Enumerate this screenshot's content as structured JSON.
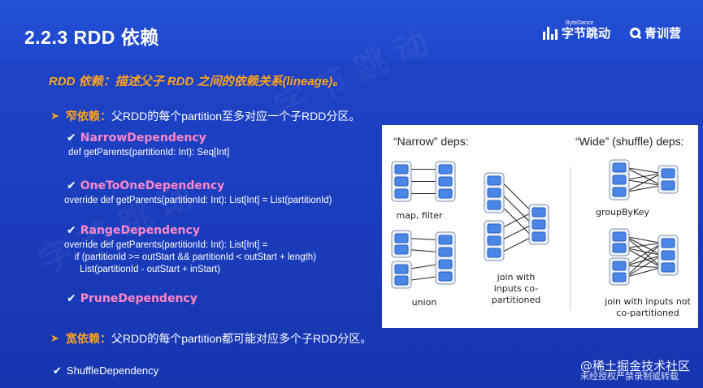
{
  "slide": {
    "title": "2.2.3 RDD 依赖",
    "brand_bytedance_small": "ByteDance",
    "brand_bytedance": "字节跳动",
    "brand_qingxun": "青训营"
  },
  "headline": "RDD 依赖：描述父子 RDD 之间的依赖关系(lineage)。",
  "narrow": {
    "arrow": "➤",
    "key": "窄依赖：",
    "desc": "父RDD的每个partition至多对应一个子RDD分区。",
    "deps": [
      {
        "check": "✔",
        "name": "NarrowDependency",
        "code": "def getParents(partitionId: Int): Seq[Int]"
      },
      {
        "check": "✔",
        "name": "OneToOneDependency",
        "code": "override def getParents(partitionId: Int): List[Int] = List(partitionId)"
      },
      {
        "check": "✔",
        "name": "RangeDependency",
        "code": "override def getParents(partitionId: Int): List[Int] =\n    if (partitionId >= outStart && partitionId < outStart + length)\n      List(partitionId - outStart + inStart)"
      },
      {
        "check": "✔",
        "name": "PruneDependency",
        "code": ""
      }
    ]
  },
  "wide": {
    "arrow": "➤",
    "key": "宽依赖：",
    "desc": "父RDD的每个partition都可能对应多个子RDD分区。",
    "check": "✔",
    "item": "ShuffleDependency"
  },
  "figure": {
    "narrow_title": "“Narrow” deps:",
    "wide_title": "“Wide” (shuffle) deps:",
    "labels": {
      "map_filter": "map, filter",
      "union": "union",
      "join_copart_1": "join with",
      "join_copart_2": "inputs co-",
      "join_copart_3": "partitioned",
      "groupbykey": "groupByKey",
      "join_noncopart_1": "join with inputs not",
      "join_noncopart_2": "co-partitioned"
    },
    "colors": {
      "partition": "#4a86e8",
      "partition_light": "#9fc2f7",
      "border": "#7f8fa6"
    }
  },
  "watermark": {
    "line1": "@稀土掘金技术社区",
    "line2": "未经授权严禁录制或转载"
  }
}
